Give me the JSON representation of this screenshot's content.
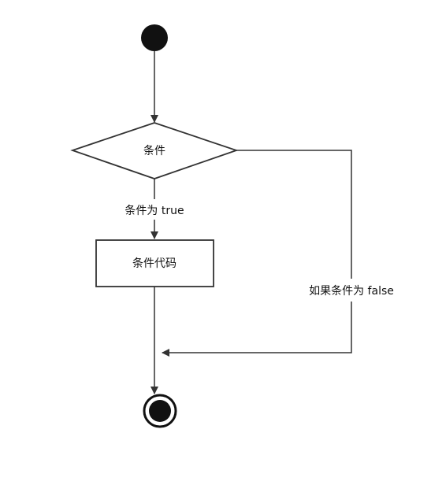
{
  "flowchart": {
    "decision": {
      "label": "条件"
    },
    "true_branch": {
      "label": "条件为 true"
    },
    "process": {
      "label": "条件代码"
    },
    "false_branch": {
      "label": "如果条件为 false"
    }
  },
  "colors": {
    "stroke": "#333333",
    "node_fill": "#ffffff",
    "start_fill": "#111111",
    "text": "#111111"
  }
}
